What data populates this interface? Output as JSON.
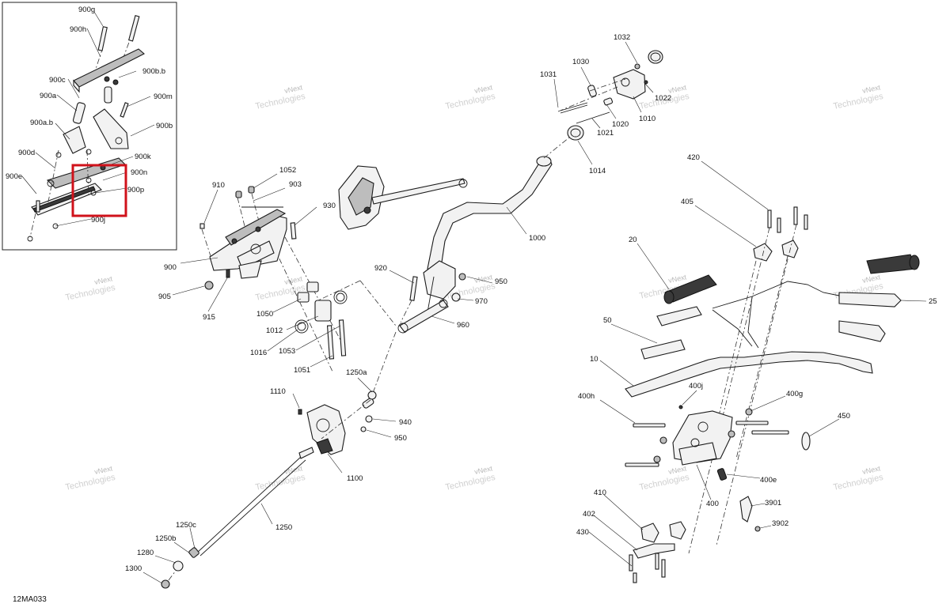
{
  "diagram": {
    "code": "12MA033",
    "watermark_line1": "vNext",
    "watermark_line2": "Technologies",
    "highlight_color": "#d0121b",
    "labels": {
      "l900g": "900g",
      "l900h": "900h",
      "l900bb": "900b.b",
      "l900c": "900c",
      "l900a": "900a",
      "l900m": "900m",
      "l900ab": "900a.b",
      "l900b": "900b",
      "l900d": "900d",
      "l900k": "900k",
      "l900e": "900e",
      "l900n": "900n",
      "l900p": "900p",
      "l900j": "900j",
      "l910": "910",
      "l1052": "1052",
      "l903": "903",
      "l930": "930",
      "l900": "900",
      "l905": "905",
      "l915": "915",
      "l1050": "1050",
      "l1012": "1012",
      "l1016": "1016",
      "l1053": "1053",
      "l1051": "1051",
      "l1000": "1000",
      "l920": "920",
      "l950a": "950",
      "l970": "970",
      "l960": "960",
      "l1250a": "1250a",
      "l1110": "1110",
      "l940": "940",
      "l950b": "950",
      "l1100": "1100",
      "l1250": "1250",
      "l1250c": "1250c",
      "l1250b": "1250b",
      "l1280": "1280",
      "l1300": "1300",
      "l1031": "1031",
      "l1030": "1030",
      "l1032": "1032",
      "l1022": "1022",
      "l1010": "1010",
      "l1020": "1020",
      "l1021": "1021",
      "l1014": "1014",
      "l420": "420",
      "l405": "405",
      "l20": "20",
      "l25": "25",
      "l50": "50",
      "l10": "10",
      "l400j": "400j",
      "l400h": "400h",
      "l400g": "400g",
      "l450": "450",
      "l400e": "400e",
      "l400": "400",
      "l410": "410",
      "l3901": "3901",
      "l402": "402",
      "l3902": "3902",
      "l430": "430"
    }
  }
}
